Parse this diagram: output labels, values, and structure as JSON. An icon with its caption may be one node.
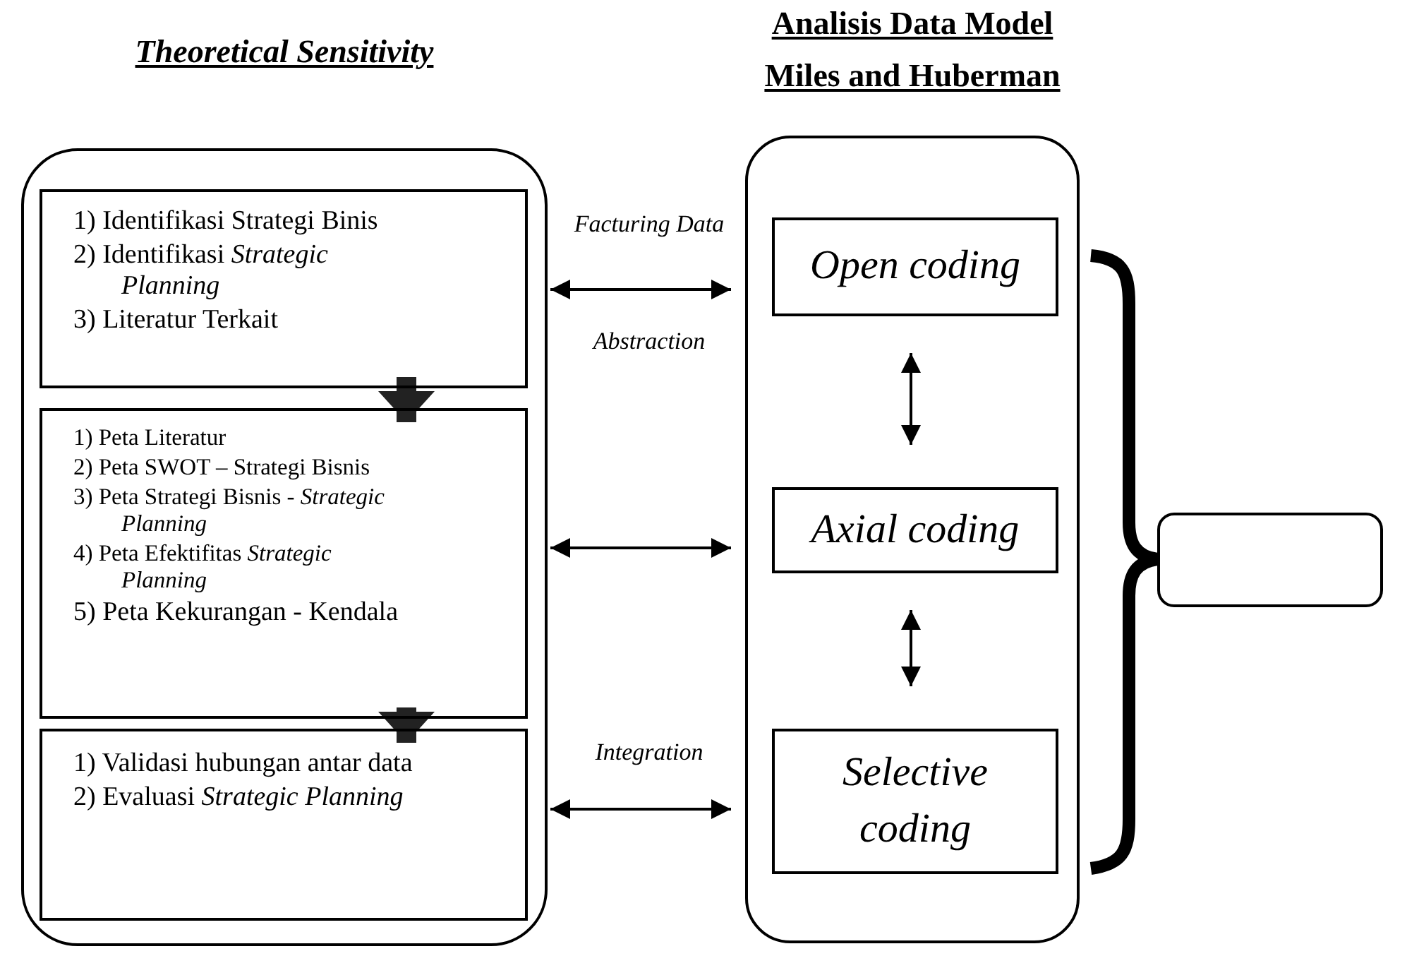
{
  "diagram": {
    "nodes": [
      {
        "text": [
          "Theoretical Sensitivity"
        ]
      },
      {
        "text": [
          "1) Identifikasi Strategi Binis",
          "2) Identifikasi *Strategic Planning*",
          "3) Literatur Terkait"
        ],
        "in": 0
      },
      {
        "text": [
          "1) Peta Literatur",
          "2) Peta SWOT – Strategi Bisnis",
          "3) Peta Strategi Bisnis - *Strategic Planning*",
          "4) Peta Efektifitas *Strategic Planning*",
          "5) Peta Kekurangan - Kendala"
        ],
        "in": 0
      },
      {
        "text": [
          "1) Validasi hubungan antar data",
          "2) Evaluasi *Strategic Planning*"
        ],
        "in": 0
      },
      {
        "text": [
          "Analisis Data Model Miles and Huberman"
        ]
      },
      {
        "text": [
          "Open coding"
        ],
        "in": 4
      },
      {
        "text": [
          "Axial coding"
        ],
        "in": 4
      },
      {
        "text": [
          "Selective coding"
        ],
        "in": 4
      },
      {
        "text": [],
        "shape": "box"
      }
    ],
    "edges": [
      {
        "from": 1,
        "to": 2,
        "arrow": "to",
        "style": "thick"
      },
      {
        "from": 2,
        "to": 3,
        "arrow": "to",
        "style": "thick"
      },
      {
        "from": 1,
        "to": 5,
        "arrow": "both",
        "label": "Facturing Data"
      },
      {
        "from": 2,
        "to": 6,
        "arrow": "both"
      },
      {
        "from": 3,
        "to": 7,
        "arrow": "both",
        "label": "Integration"
      },
      {
        "from": 5,
        "to": 6,
        "arrow": "both"
      },
      {
        "from": 6,
        "to": 7,
        "arrow": "both"
      }
    ],
    "labels": [
      "Abstraction"
    ]
  }
}
